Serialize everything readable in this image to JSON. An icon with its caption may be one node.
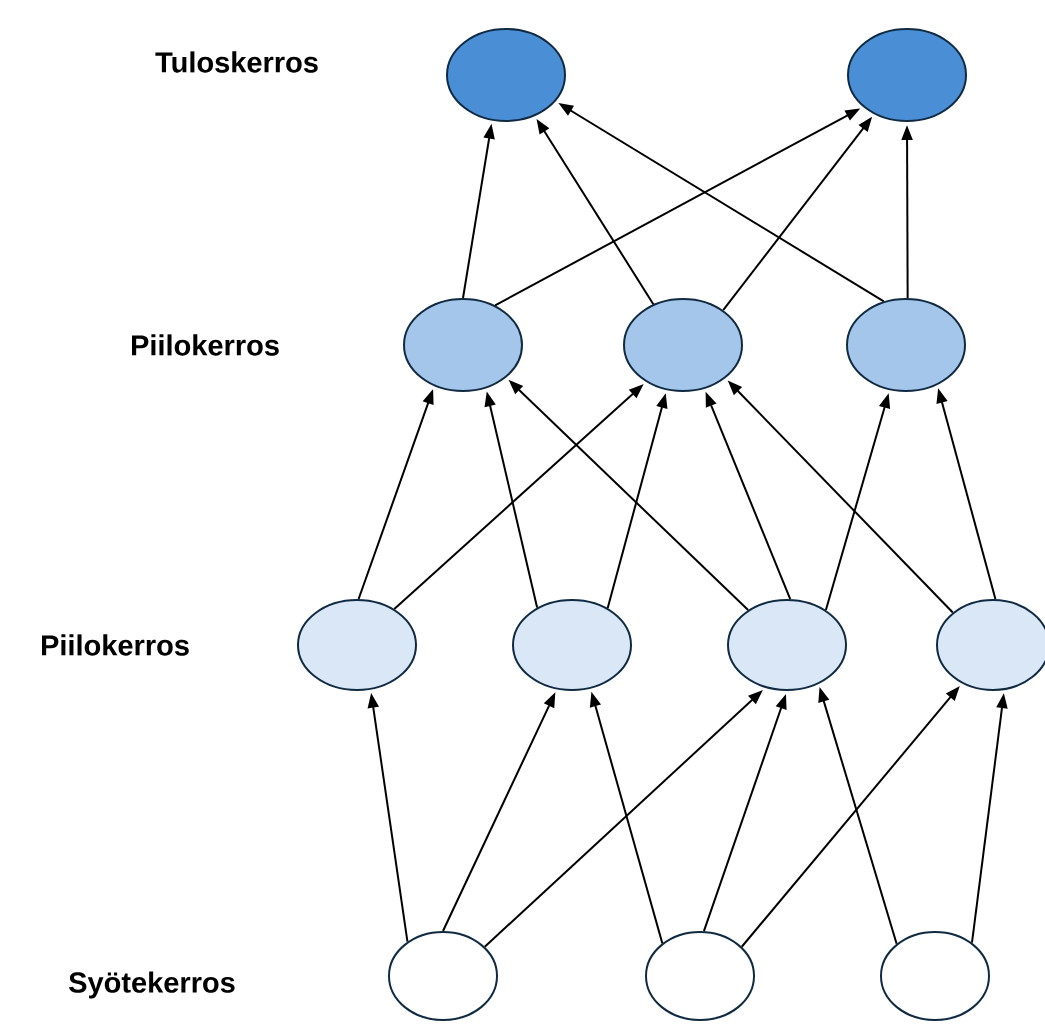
{
  "diagram": {
    "nodes": [
      {
        "text": [],
        "shape": "circle"
      },
      {
        "text": [],
        "shape": "circle"
      },
      {
        "text": [],
        "shape": "circle"
      },
      {
        "text": [],
        "shape": "circle"
      },
      {
        "text": [],
        "shape": "circle"
      },
      {
        "text": [],
        "shape": "circle"
      },
      {
        "text": [],
        "shape": "circle"
      },
      {
        "text": [],
        "shape": "circle"
      },
      {
        "text": [],
        "shape": "circle"
      },
      {
        "text": [],
        "shape": "circle"
      },
      {
        "text": [],
        "shape": "circle"
      },
      {
        "text": [],
        "shape": "circle"
      }
    ],
    "edges": [
      {
        "from": 9,
        "to": 5,
        "arrow": "to"
      },
      {
        "from": 9,
        "to": 6,
        "arrow": "to"
      },
      {
        "from": 9,
        "to": 7,
        "arrow": "to"
      },
      {
        "from": 10,
        "to": 6,
        "arrow": "to"
      },
      {
        "from": 10,
        "to": 7,
        "arrow": "to"
      },
      {
        "from": 10,
        "to": 8,
        "arrow": "to"
      },
      {
        "from": 11,
        "to": 7,
        "arrow": "to"
      },
      {
        "from": 11,
        "to": 8,
        "arrow": "to"
      },
      {
        "from": 5,
        "to": 2,
        "arrow": "to"
      },
      {
        "from": 5,
        "to": 3,
        "arrow": "to"
      },
      {
        "from": 6,
        "to": 2,
        "arrow": "to"
      },
      {
        "from": 6,
        "to": 3,
        "arrow": "to"
      },
      {
        "from": 7,
        "to": 2,
        "arrow": "to"
      },
      {
        "from": 7,
        "to": 3,
        "arrow": "to"
      },
      {
        "from": 7,
        "to": 4,
        "arrow": "to"
      },
      {
        "from": 8,
        "to": 3,
        "arrow": "to"
      },
      {
        "from": 8,
        "to": 4,
        "arrow": "to"
      },
      {
        "from": 2,
        "to": 0,
        "arrow": "to"
      },
      {
        "from": 2,
        "to": 1,
        "arrow": "to"
      },
      {
        "from": 3,
        "to": 0,
        "arrow": "to"
      },
      {
        "from": 3,
        "to": 1,
        "arrow": "to"
      },
      {
        "from": 4,
        "to": 0,
        "arrow": "to"
      },
      {
        "from": 4,
        "to": 1,
        "arrow": "to"
      }
    ],
    "labels": [
      "Tuloskerros",
      "Piilokerros",
      "Piilokerros",
      "Syötekerros"
    ]
  }
}
